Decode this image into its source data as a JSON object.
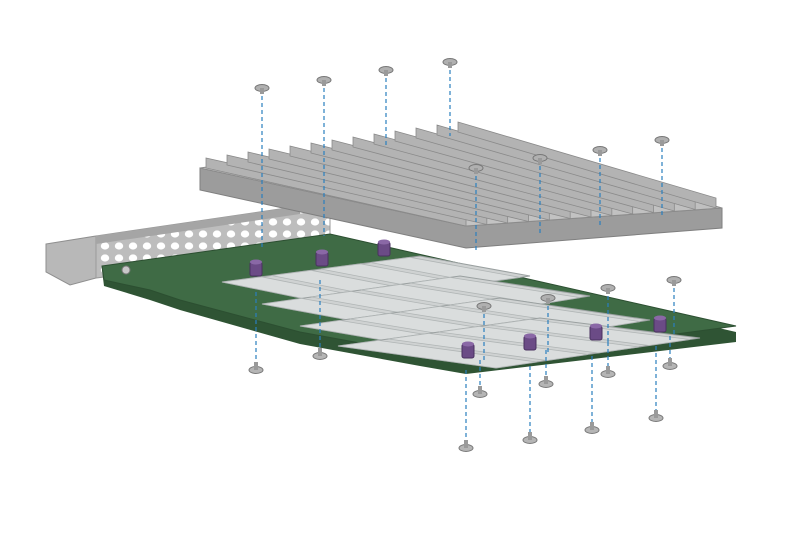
{
  "diagram": {
    "kind": "exploded-assembly",
    "parts": [
      "heatsink",
      "screws",
      "m2-ssd-modules",
      "standoffs",
      "pcb",
      "pcie-bracket"
    ]
  },
  "colors": {
    "heatsink_top": "#c9c9c9",
    "heatsink_side": "#a8a8a8",
    "heatsink_dark": "#8d8d8d",
    "pcb": "#3f6b45",
    "pcb_edge": "#2f5434",
    "ssd_chip": "#cfd2d2",
    "standoff": "#6b4b86",
    "bracket": "#b5b5b5",
    "screw": "#9a9a9a",
    "guide_line": "#2a7fbf"
  }
}
